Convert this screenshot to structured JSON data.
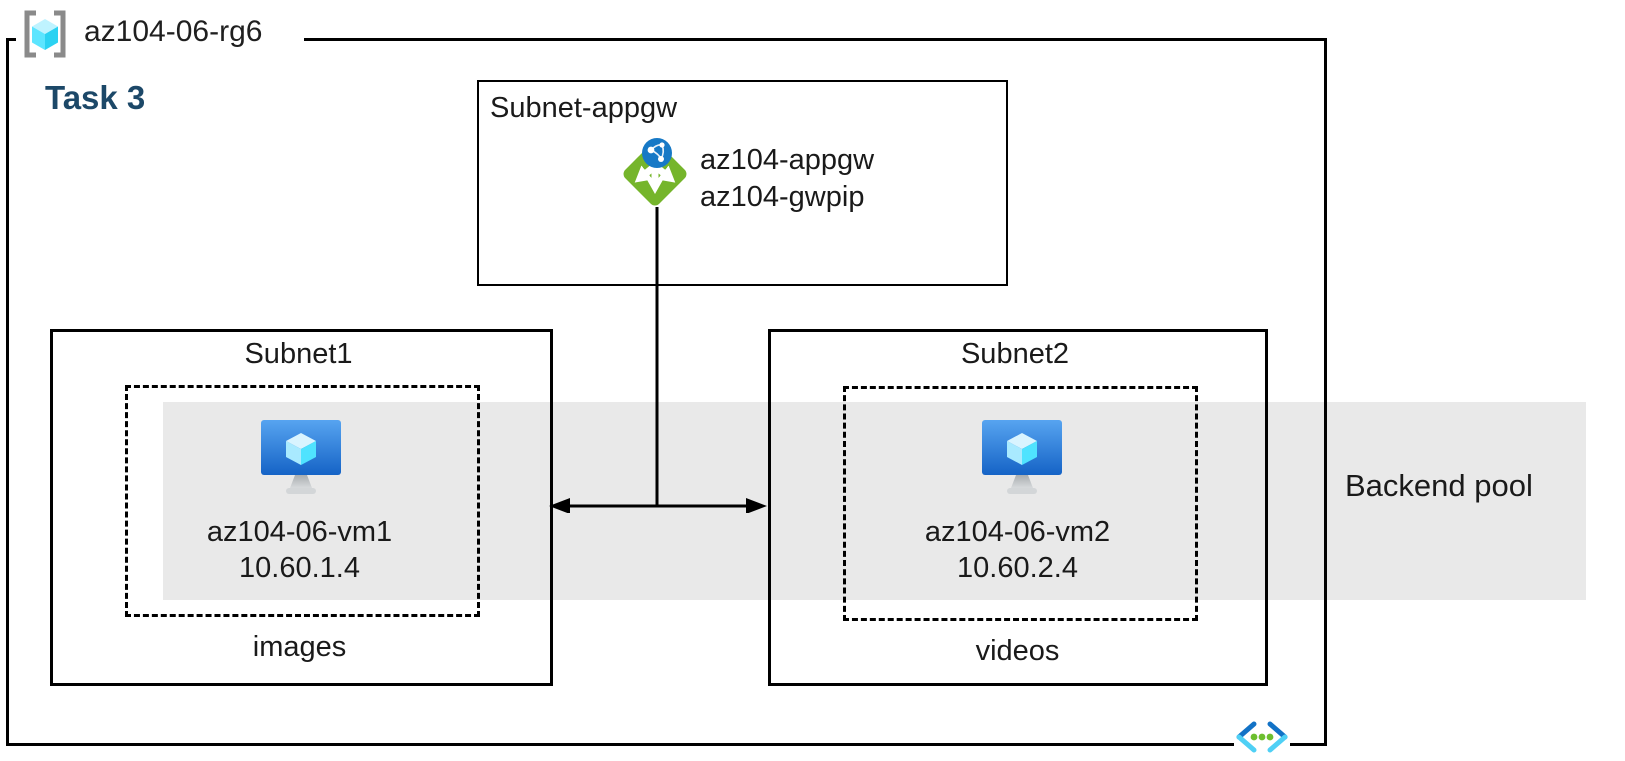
{
  "diagram": {
    "resource_group": "az104-06-rg6",
    "task": "Task 3",
    "backend_pool": "Backend pool"
  },
  "appgw_subnet": {
    "label": "Subnet-appgw",
    "gateway_name": "az104-appgw",
    "public_ip": "az104-gwpip"
  },
  "subnet1": {
    "label": "Subnet1",
    "vm_name": "az104-06-vm1",
    "vm_ip": "10.60.1.4",
    "folder": "images"
  },
  "subnet2": {
    "label": "Subnet2",
    "vm_name": "az104-06-vm2",
    "vm_ip": "10.60.2.4",
    "folder": "videos"
  },
  "icons": {
    "resource_group": "resource-group-icon",
    "application_gateway": "application-gateway-icon",
    "virtual_machine": "virtual-machine-icon",
    "virtual_network": "virtual-network-icon"
  },
  "colors": {
    "task_text": "#1C4868",
    "band_gray": "#E9E9E9",
    "line_black": "#000000",
    "appgw_green": "#75B52B",
    "globe_blue": "#1779C6",
    "vm_screen_top": "#57A4F0",
    "vm_screen_bottom": "#1563C6",
    "cube_top": "#D9F4FF",
    "cube_left": "#A9EAFF",
    "cube_right": "#4FE3FF",
    "rg_bracket_gray": "#8A8A8A",
    "rg_cube_top": "#BFF3FF",
    "rg_cube_left": "#5CE5FF",
    "rg_cube_right": "#2BD2F2",
    "vnet_dark_blue": "#1272C6",
    "vnet_light_blue": "#4FD0F5",
    "vnet_green": "#6CBF2F"
  }
}
